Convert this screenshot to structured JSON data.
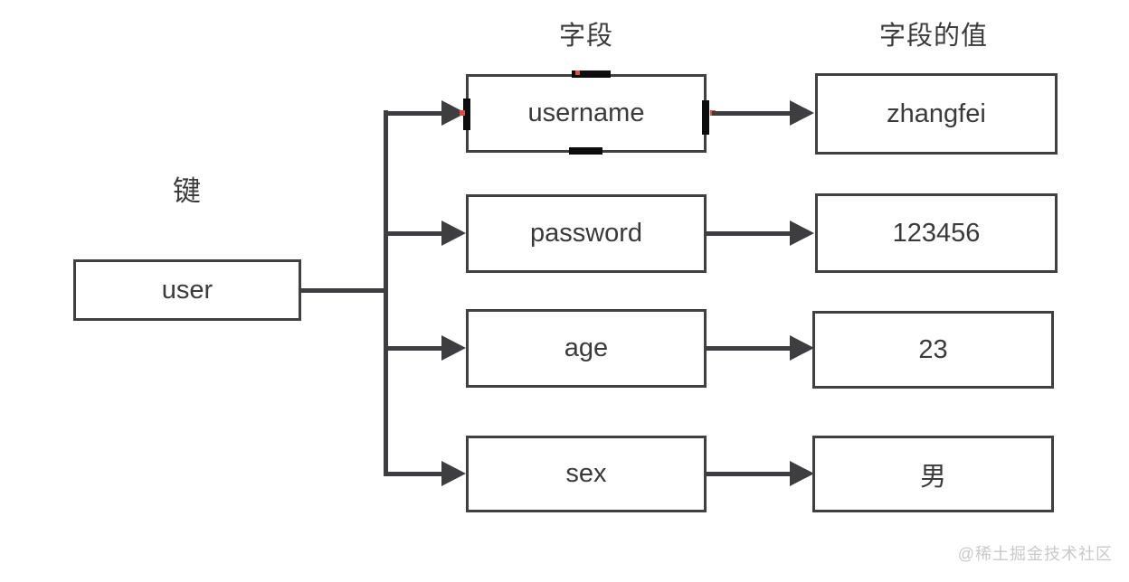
{
  "diagram": {
    "key_label": "键",
    "column_headers": {
      "field": "字段",
      "value": "字段的值"
    },
    "key_node": "user",
    "rows": [
      {
        "field": "username",
        "value": "zhangfei"
      },
      {
        "field": "password",
        "value": "123456"
      },
      {
        "field": "age",
        "value": "23"
      },
      {
        "field": "sex",
        "value": "男"
      }
    ]
  },
  "watermark": "@稀土掘金技术社区",
  "colors": {
    "line": "#3e3e41",
    "box-border": "#404043",
    "text": "#3a3a3a",
    "handle": "#0d0d0d",
    "connection-point": "#d94f43",
    "watermark": "#c9c9c9",
    "background": "#ffffff"
  }
}
